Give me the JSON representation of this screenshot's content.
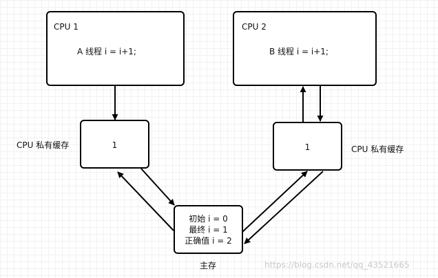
{
  "cpu1": {
    "title": "CPU 1",
    "code": "A 线程 i = i+1;"
  },
  "cpu2": {
    "title": "CPU 2",
    "code": "B 线程 i = i+1;"
  },
  "cache_left": {
    "label": "CPU 私有缓存",
    "value": "1"
  },
  "cache_right": {
    "label": "CPU 私有缓存",
    "value": "1"
  },
  "memory": {
    "lines": [
      "初始 i = 0",
      "最终 i = 1",
      "正确值 i = 2"
    ],
    "label": "主存"
  },
  "watermark": "https://blog.csdn.net/qq_43521665"
}
